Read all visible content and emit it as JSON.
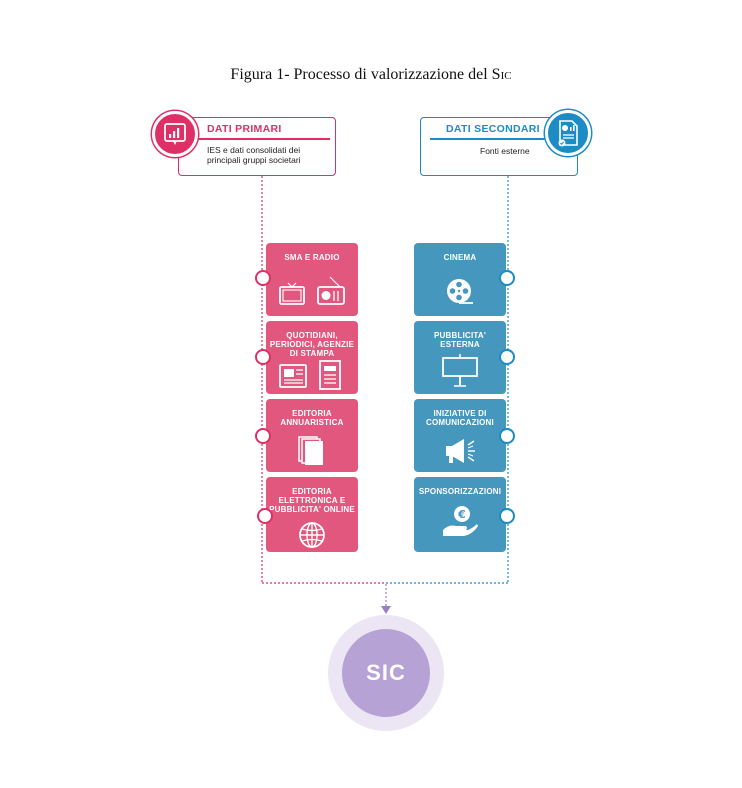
{
  "figure": {
    "title_prefix": "Figura 1- Processo di valorizzazione del S",
    "title_sc": "ic"
  },
  "primary": {
    "title": "DATI PRIMARI",
    "description": "IES e dati consolidati dei principali gruppi societari",
    "icon": "bar-chart-icon",
    "color": "#df2f67"
  },
  "secondary": {
    "title": "DATI SECONDARI",
    "description": "Fonti esterne",
    "icon": "document-chart-icon",
    "color": "#1d8cc4"
  },
  "left_cards": [
    {
      "label": "SMA E RADIO",
      "icon": "tv-radio-icon"
    },
    {
      "label": "QUOTIDIANI, PERIODICI, AGENZIE DI STAMPA",
      "icon": "newspaper-icon"
    },
    {
      "label": "EDITORIA ANNUARISTICA",
      "icon": "books-icon"
    },
    {
      "label": "EDITORIA ELETTRONICA E PUBBLICITA' ONLINE",
      "icon": "globe-icon"
    }
  ],
  "right_cards": [
    {
      "label": "CINEMA",
      "icon": "film-reel-icon"
    },
    {
      "label": "PUBBLICITA' ESTERNA",
      "icon": "billboard-icon"
    },
    {
      "label": "INIZIATIVE DI COMUNICAZIONI",
      "icon": "megaphone-icon"
    },
    {
      "label": "SPONSORIZZAZIONI",
      "icon": "euro-hand-icon"
    }
  ],
  "result": {
    "label": "SIC",
    "color": "#b7a2d6"
  },
  "colors": {
    "pink_card": "#e2577e",
    "blue_card": "#4597be",
    "arrow": "#9b7fc4"
  }
}
